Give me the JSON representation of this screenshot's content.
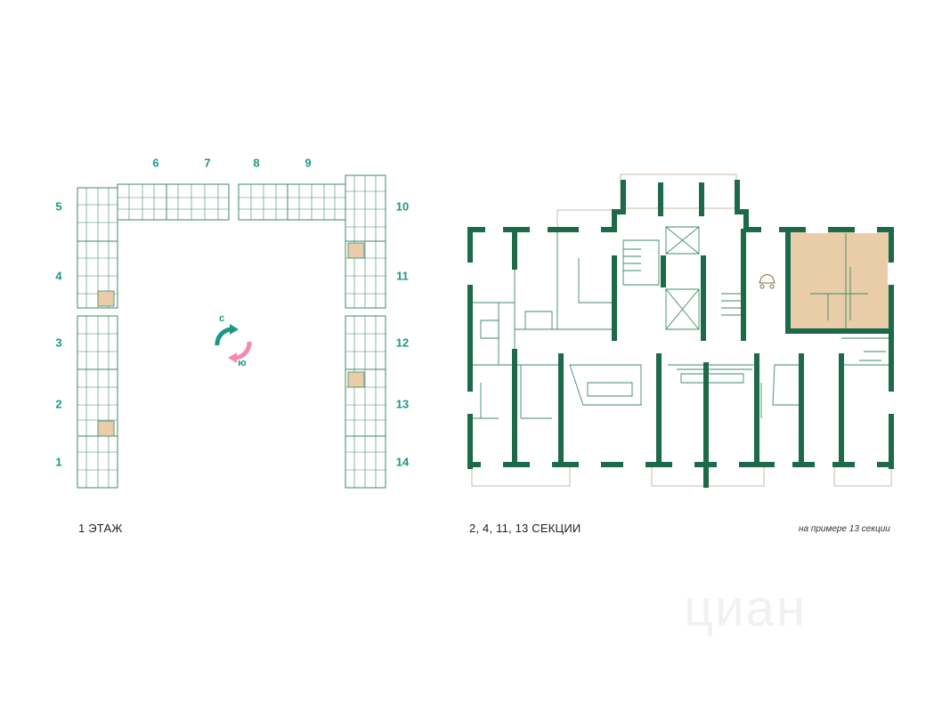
{
  "overview": {
    "floor_label": "1 ЭТАЖ",
    "section_numbers": [
      "1",
      "2",
      "3",
      "4",
      "5",
      "6",
      "7",
      "8",
      "9",
      "10",
      "11",
      "12",
      "13",
      "14"
    ],
    "compass": {
      "north": "с",
      "south": "ю"
    },
    "highlighted_sections": [
      "2",
      "4",
      "11",
      "13"
    ]
  },
  "plan": {
    "title": "2, 4, 11, 13 СЕКЦИИ",
    "note": "на примере 13 секции"
  },
  "watermark": "циан",
  "colors": {
    "wall": "#1c6a4a",
    "thin_line": "#3d8a6a",
    "highlight": "#e8cda8",
    "label": "#1a9a86",
    "compass_north": "#1a9a86",
    "compass_south": "#f28bb0",
    "balcony": "#cbb9a8"
  }
}
